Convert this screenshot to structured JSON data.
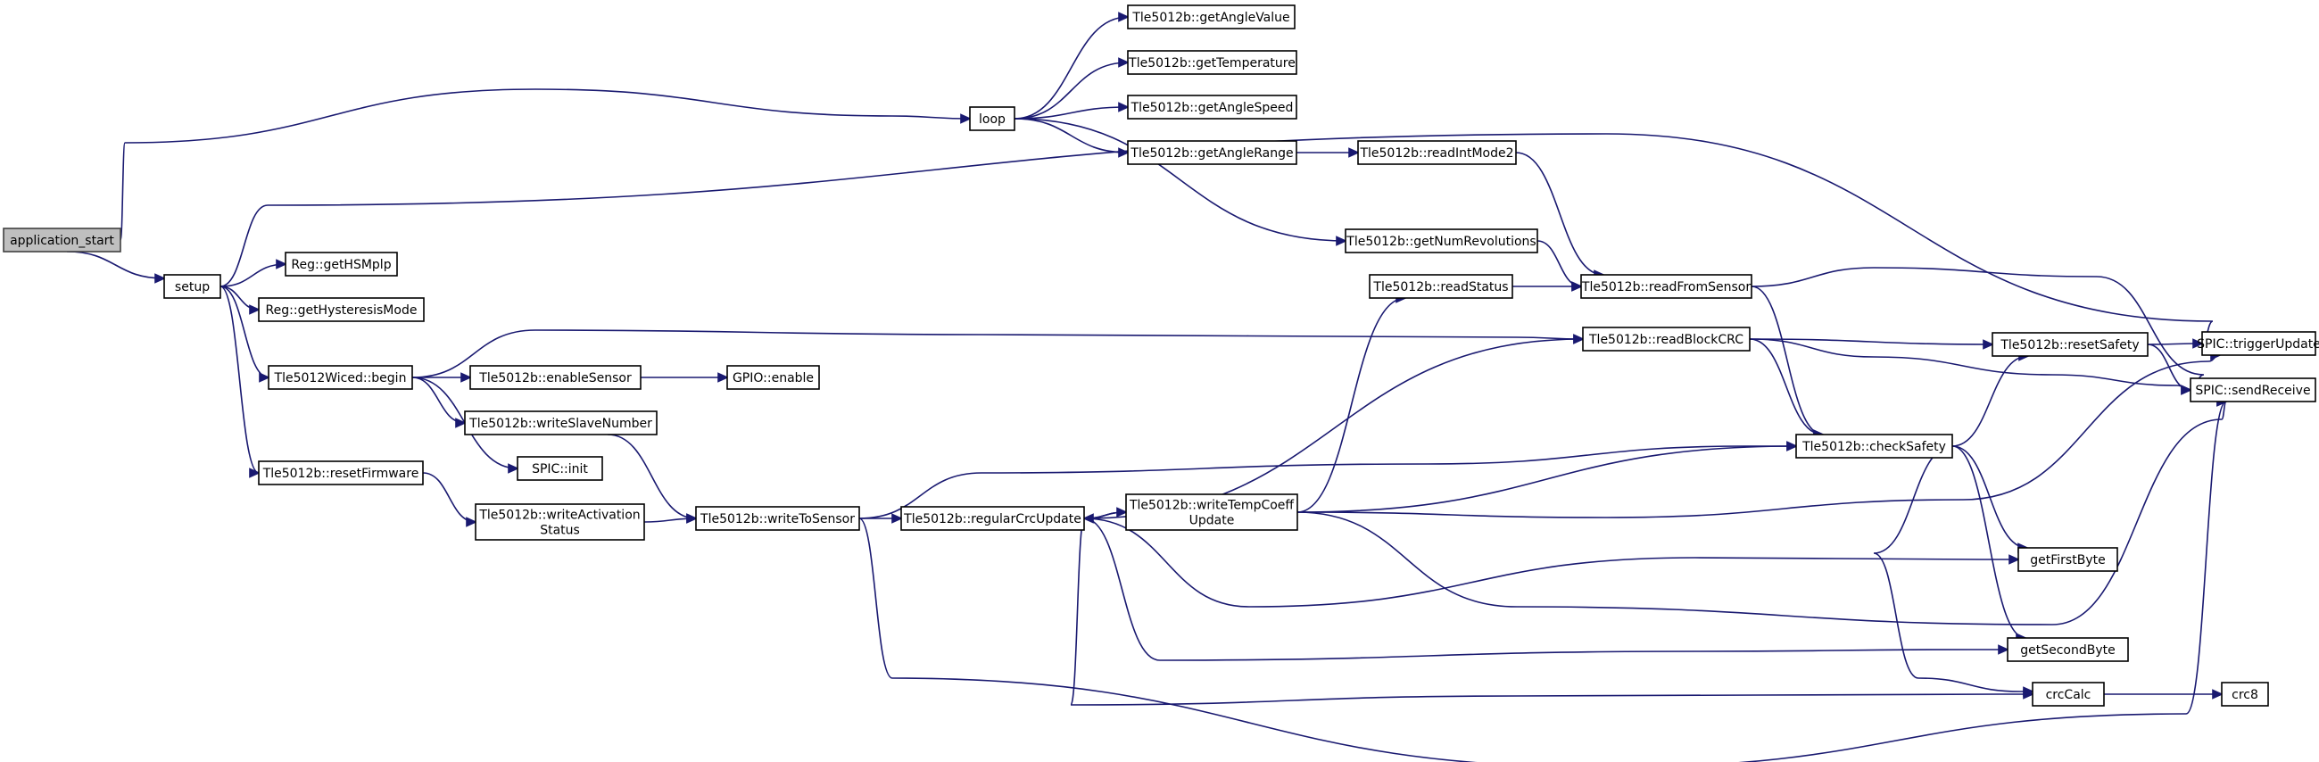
{
  "diagram": {
    "type": "call-graph",
    "edge_color": "#191970",
    "root_fill": "#bfbfbf",
    "nodes": [
      {
        "id": "application_start",
        "lines": [
          "application_start"
        ],
        "root": true
      },
      {
        "id": "loop",
        "lines": [
          "loop"
        ]
      },
      {
        "id": "setup",
        "lines": [
          "setup"
        ]
      },
      {
        "id": "getAngleValue",
        "lines": [
          "Tle5012b::getAngleValue"
        ]
      },
      {
        "id": "getTemperature",
        "lines": [
          "Tle5012b::getTemperature"
        ]
      },
      {
        "id": "getAngleSpeed",
        "lines": [
          "Tle5012b::getAngleSpeed"
        ]
      },
      {
        "id": "getAngleRange",
        "lines": [
          "Tle5012b::getAngleRange"
        ]
      },
      {
        "id": "readIntMode2",
        "lines": [
          "Tle5012b::readIntMode2"
        ]
      },
      {
        "id": "getNumRevolutions",
        "lines": [
          "Tle5012b::getNumRevolutions"
        ]
      },
      {
        "id": "readStatus",
        "lines": [
          "Tle5012b::readStatus"
        ]
      },
      {
        "id": "readFromSensor",
        "lines": [
          "Tle5012b::readFromSensor"
        ]
      },
      {
        "id": "getHSMplp",
        "lines": [
          "Reg::getHSMplp"
        ]
      },
      {
        "id": "getHysteresisMode",
        "lines": [
          "Reg::getHysteresisMode"
        ]
      },
      {
        "id": "wicedBegin",
        "lines": [
          "Tle5012Wiced::begin"
        ]
      },
      {
        "id": "enableSensor",
        "lines": [
          "Tle5012b::enableSensor"
        ]
      },
      {
        "id": "gpioEnable",
        "lines": [
          "GPIO::enable"
        ]
      },
      {
        "id": "writeSlaveNumber",
        "lines": [
          "Tle5012b::writeSlaveNumber"
        ]
      },
      {
        "id": "spicInit",
        "lines": [
          "SPIC::init"
        ]
      },
      {
        "id": "resetFirmware",
        "lines": [
          "Tle5012b::resetFirmware"
        ]
      },
      {
        "id": "writeActivationStatus",
        "lines": [
          "Tle5012b::writeActivation",
          "Status"
        ]
      },
      {
        "id": "writeToSensor",
        "lines": [
          "Tle5012b::writeToSensor"
        ]
      },
      {
        "id": "regularCrcUpdate",
        "lines": [
          "Tle5012b::regularCrcUpdate"
        ]
      },
      {
        "id": "writeTempCoeffUpdate",
        "lines": [
          "Tle5012b::writeTempCoeff",
          "Update"
        ]
      },
      {
        "id": "readBlockCRC",
        "lines": [
          "Tle5012b::readBlockCRC"
        ]
      },
      {
        "id": "checkSafety",
        "lines": [
          "Tle5012b::checkSafety"
        ]
      },
      {
        "id": "resetSafety",
        "lines": [
          "Tle5012b::resetSafety"
        ]
      },
      {
        "id": "triggerUpdate",
        "lines": [
          "SPIC::triggerUpdate"
        ]
      },
      {
        "id": "sendReceive",
        "lines": [
          "SPIC::sendReceive"
        ]
      },
      {
        "id": "getFirstByte",
        "lines": [
          "getFirstByte"
        ]
      },
      {
        "id": "getSecondByte",
        "lines": [
          "getSecondByte"
        ]
      },
      {
        "id": "crcCalc",
        "lines": [
          "crcCalc"
        ]
      },
      {
        "id": "crc8",
        "lines": [
          "crc8"
        ]
      }
    ],
    "edges": [
      [
        "application_start",
        "loop"
      ],
      [
        "application_start",
        "setup"
      ],
      [
        "loop",
        "getAngleValue"
      ],
      [
        "loop",
        "getTemperature"
      ],
      [
        "loop",
        "getAngleSpeed"
      ],
      [
        "loop",
        "getAngleRange"
      ],
      [
        "loop",
        "getNumRevolutions"
      ],
      [
        "getAngleRange",
        "readIntMode2"
      ],
      [
        "readIntMode2",
        "readFromSensor"
      ],
      [
        "getNumRevolutions",
        "readFromSensor"
      ],
      [
        "readStatus",
        "readFromSensor"
      ],
      [
        "readFromSensor",
        "checkSafety"
      ],
      [
        "readFromSensor",
        "sendReceive"
      ],
      [
        "setup",
        "getHSMplp"
      ],
      [
        "setup",
        "getHysteresisMode"
      ],
      [
        "setup",
        "wicedBegin"
      ],
      [
        "setup",
        "resetFirmware"
      ],
      [
        "setup",
        "triggerUpdate"
      ],
      [
        "wicedBegin",
        "enableSensor"
      ],
      [
        "wicedBegin",
        "writeSlaveNumber"
      ],
      [
        "wicedBegin",
        "spicInit"
      ],
      [
        "wicedBegin",
        "readBlockCRC"
      ],
      [
        "enableSensor",
        "gpioEnable"
      ],
      [
        "writeSlaveNumber",
        "writeToSensor"
      ],
      [
        "resetFirmware",
        "writeActivationStatus"
      ],
      [
        "writeActivationStatus",
        "writeToSensor"
      ],
      [
        "writeToSensor",
        "regularCrcUpdate"
      ],
      [
        "writeToSensor",
        "checkSafety"
      ],
      [
        "writeToSensor",
        "sendReceive"
      ],
      [
        "regularCrcUpdate",
        "writeTempCoeffUpdate"
      ],
      [
        "regularCrcUpdate",
        "readBlockCRC"
      ],
      [
        "regularCrcUpdate",
        "getFirstByte"
      ],
      [
        "regularCrcUpdate",
        "getSecondByte"
      ],
      [
        "regularCrcUpdate",
        "crcCalc"
      ],
      [
        "writeTempCoeffUpdate",
        "regularCrcUpdate"
      ],
      [
        "writeTempCoeffUpdate",
        "readStatus"
      ],
      [
        "writeTempCoeffUpdate",
        "checkSafety"
      ],
      [
        "writeTempCoeffUpdate",
        "triggerUpdate"
      ],
      [
        "writeTempCoeffUpdate",
        "sendReceive"
      ],
      [
        "readBlockCRC",
        "checkSafety"
      ],
      [
        "readBlockCRC",
        "resetSafety"
      ],
      [
        "readBlockCRC",
        "sendReceive"
      ],
      [
        "checkSafety",
        "resetSafety"
      ],
      [
        "checkSafety",
        "getFirstByte"
      ],
      [
        "checkSafety",
        "getSecondByte"
      ],
      [
        "checkSafety",
        "crcCalc"
      ],
      [
        "resetSafety",
        "triggerUpdate"
      ],
      [
        "resetSafety",
        "sendReceive"
      ],
      [
        "crcCalc",
        "crc8"
      ]
    ]
  }
}
